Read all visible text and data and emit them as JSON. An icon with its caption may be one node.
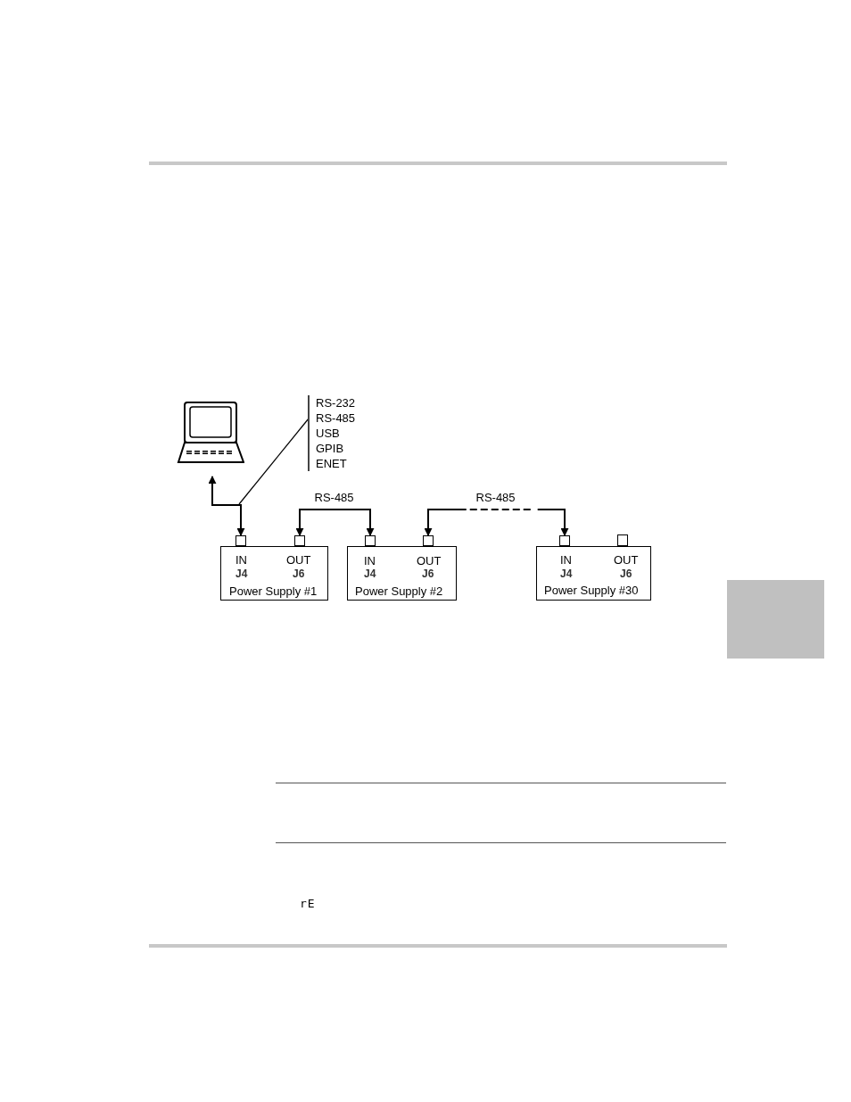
{
  "diagram": {
    "nodes": [
      {
        "text": [],
        "shape": "picture"
      },
      {
        "text": [
          "IN",
          "J4",
          "OUT",
          "J6",
          "Power Supply #1"
        ]
      },
      {
        "text": [
          "IN",
          "J4",
          "OUT",
          "J6",
          "Power Supply #2"
        ]
      },
      {
        "text": [
          "IN",
          "J4",
          "OUT",
          "J6",
          "Power Supply #30"
        ]
      },
      {
        "text": [],
        "shape": "box"
      },
      {
        "text": [],
        "shape": "box"
      },
      {
        "text": [],
        "shape": "box"
      },
      {
        "text": [],
        "shape": "box"
      },
      {
        "text": [],
        "shape": "box"
      },
      {
        "text": [],
        "shape": "box"
      },
      {
        "text": [
          "RS-232",
          "RS-485",
          "USB",
          "GPIB",
          "ENET"
        ]
      },
      {
        "text": [],
        "shape": "box"
      }
    ],
    "edges": [
      {
        "from": 0,
        "to": 4,
        "arrow": "both"
      },
      {
        "from": 5,
        "to": 6,
        "arrow": "both",
        "label": "RS-485"
      },
      {
        "from": 7,
        "to": 8,
        "arrow": "both",
        "label": "RS-485",
        "style": "dashed"
      },
      {
        "from": 10,
        "to": null,
        "arrow": "none"
      }
    ],
    "labels": [
      "rE"
    ]
  }
}
